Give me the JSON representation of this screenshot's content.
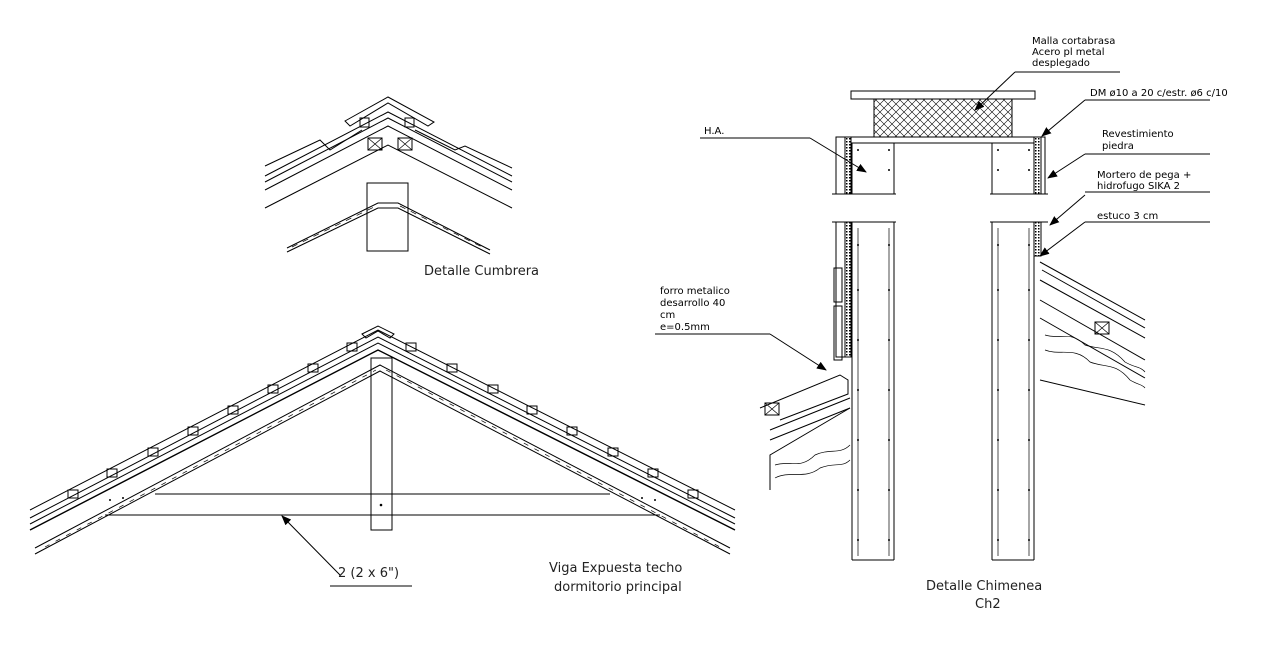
{
  "titles": {
    "cumbrera": "Detalle Cumbrera",
    "viga_line1": "Viga Expuesta techo",
    "viga_line2": "dormitorio principal",
    "chimenea_line1": "Detalle Chimenea",
    "chimenea_line2": "Ch2"
  },
  "labels": {
    "malla_1": "Malla cortabrasa",
    "malla_2": "Acero pl metal",
    "malla_3": "desplegado",
    "dm": "DM ø10 a 20 c/estr. ø6 c/10",
    "ha": "H.A.",
    "revest_1": "Revestimiento",
    "revest_2": "piedra",
    "mortero_1": "Mortero de pega +",
    "mortero_2": "hidrofugo SIKA 2",
    "estuco": "estuco 3 cm",
    "forro_1": "forro metalico",
    "forro_2": "desarrollo 40",
    "forro_3": "cm",
    "forro_4": "e=0.5mm",
    "viga_dim": "2 (2 x 6\")"
  },
  "colors": {
    "line": "#000000",
    "background": "#ffffff"
  }
}
